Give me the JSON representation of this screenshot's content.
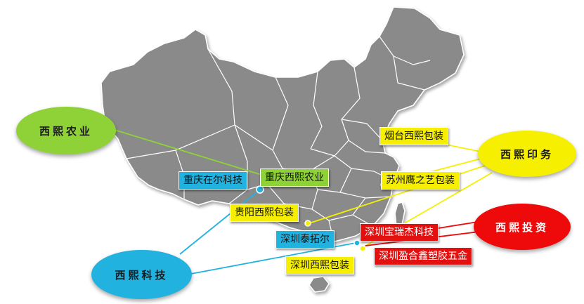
{
  "groups": {
    "agriculture": "西熙农业",
    "printing": "西熙印务",
    "investment": "西熙投资",
    "technology": "西熙科技"
  },
  "companies": {
    "yantai": "烟台西熙包装",
    "chongqing_agri": "重庆西熙农业",
    "chongqing_tech": "重庆在尔科技",
    "suzhou": "苏州鹰之艺包装",
    "guiyang": "贵阳西熙包装",
    "shenzhen_baorui": "深圳宝瑞杰科技",
    "shenzhen_tai": "深圳泰拓尔",
    "shenzhen_yinghe": "深圳盈合鑫塑胶五金",
    "shenzhen_pack": "深圳西熙包装"
  },
  "colors": {
    "agriculture": "#8fd238",
    "printing": "#f6f000",
    "investment": "#ee0a0a",
    "technology": "#22b2e0",
    "map_fill": "#8a8a8a",
    "map_border": "#ffffff"
  },
  "map": {
    "region": "China",
    "icon": "china-map"
  }
}
